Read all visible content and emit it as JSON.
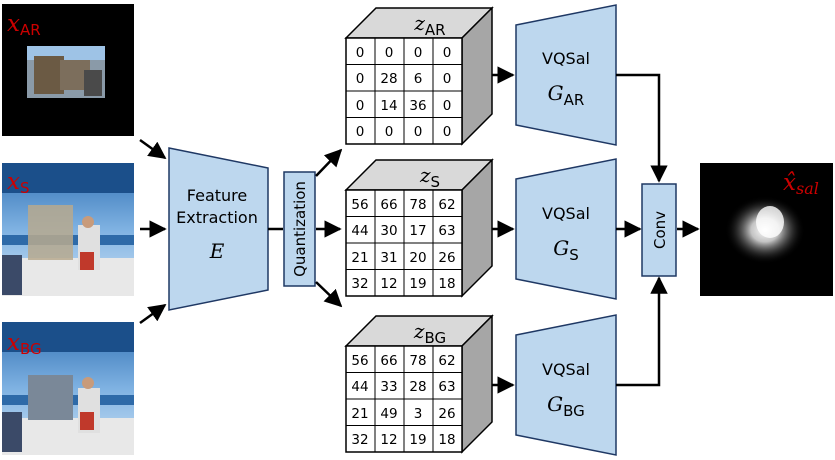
{
  "inputs": [
    {
      "var": "x",
      "sub": "AR"
    },
    {
      "var": "x",
      "sub": "S"
    },
    {
      "var": "x",
      "sub": "BG"
    }
  ],
  "feature_extraction": {
    "line1": "Feature",
    "line2": "Extraction",
    "symbol": "E"
  },
  "quantization": {
    "label": "Quantization"
  },
  "codebooks": [
    {
      "var": "z",
      "sub": "AR",
      "grid": [
        [
          "0",
          "0",
          "0",
          "0"
        ],
        [
          "0",
          "28",
          "6",
          "0"
        ],
        [
          "0",
          "14",
          "36",
          "0"
        ],
        [
          "0",
          "0",
          "0",
          "0"
        ]
      ]
    },
    {
      "var": "z",
      "sub": "S",
      "grid": [
        [
          "56",
          "66",
          "78",
          "62"
        ],
        [
          "44",
          "30",
          "17",
          "63"
        ],
        [
          "21",
          "31",
          "20",
          "26"
        ],
        [
          "32",
          "12",
          "19",
          "18"
        ]
      ]
    },
    {
      "var": "z",
      "sub": "BG",
      "grid": [
        [
          "56",
          "66",
          "78",
          "62"
        ],
        [
          "44",
          "33",
          "28",
          "63"
        ],
        [
          "21",
          "49",
          "3",
          "26"
        ],
        [
          "32",
          "12",
          "19",
          "18"
        ]
      ]
    }
  ],
  "decoders": [
    {
      "label": "VQSal",
      "var": "G",
      "sub": "AR"
    },
    {
      "label": "VQSal",
      "var": "G",
      "sub": "S"
    },
    {
      "label": "VQSal",
      "var": "G",
      "sub": "BG"
    }
  ],
  "conv": {
    "label": "Conv"
  },
  "output": {
    "var": "x̂",
    "sub": "sal"
  },
  "colors": {
    "box_fill": "#bdd7ee",
    "box_stroke": "#1f3864",
    "cube_side": "#a6a6a6",
    "cube_top": "#d9d9d9",
    "label_red": "#cc0000",
    "arrow": "#000000"
  }
}
